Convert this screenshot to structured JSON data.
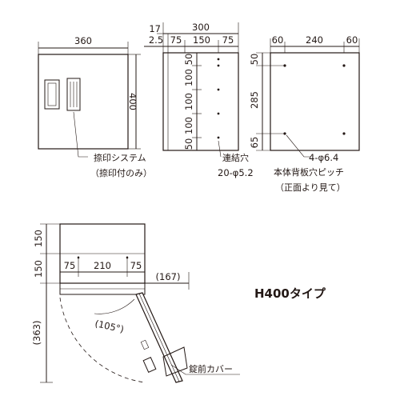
{
  "front": {
    "width_dim": "360",
    "height_dim": "400",
    "label_line1": "捺印システム",
    "label_line2": "（捺印付のみ）"
  },
  "side": {
    "top_dims": [
      "17",
      "300"
    ],
    "sub_dims": [
      "2.5",
      "75",
      "150",
      "75"
    ],
    "vertical_dims": [
      "50",
      "100",
      "100",
      "100",
      "50"
    ],
    "label_line1": "連結穴",
    "label_line2": "20-φ5.2"
  },
  "back": {
    "top_dims": [
      "60",
      "240",
      "60"
    ],
    "left_dims": [
      "50",
      "285",
      "65"
    ],
    "label_line1": "4-φ6.4",
    "label_line2": "本体背板穴ピッチ",
    "label_line3": "（正面より見て）"
  },
  "plan": {
    "left_dims": [
      "150",
      "150",
      "(363)"
    ],
    "horizontal_dims": [
      "75",
      "210",
      "75"
    ],
    "open_dim": "(167)",
    "angle": "(105°)",
    "lock_label": "錠前カバー"
  },
  "type_label": "H400タイプ"
}
